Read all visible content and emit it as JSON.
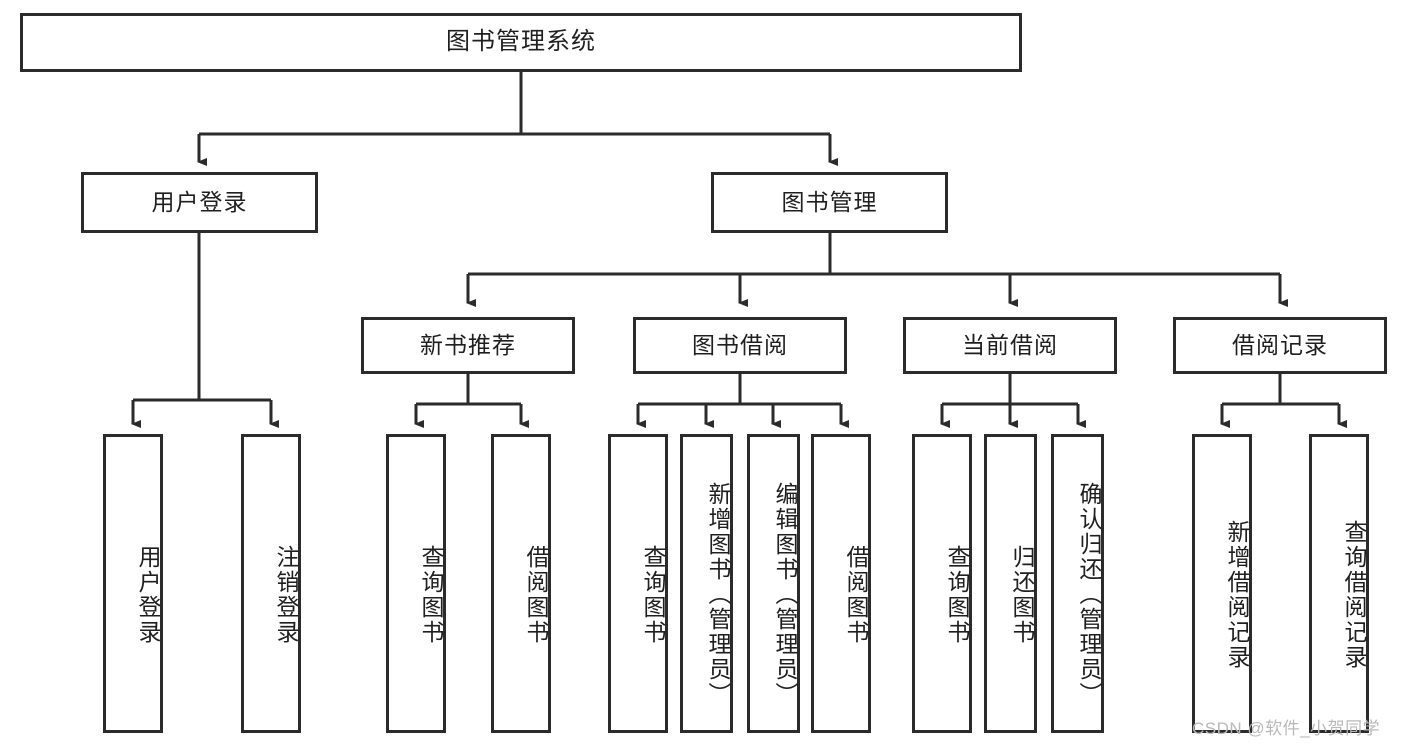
{
  "diagram": {
    "title": "图书管理系统",
    "type": "tree-hierarchy-chart",
    "root": {
      "label": "图书管理系统"
    },
    "level2": [
      {
        "label": "用户登录"
      },
      {
        "label": "图书管理"
      }
    ],
    "level3": [
      {
        "label": "新书推荐"
      },
      {
        "label": "图书借阅"
      },
      {
        "label": "当前借阅"
      },
      {
        "label": "借阅记录"
      }
    ],
    "leaves": {
      "user_login": [
        {
          "label": "用户登录"
        },
        {
          "label": "注销登录"
        }
      ],
      "new_book_recommend": [
        {
          "label": "查询图书"
        },
        {
          "label": "借阅图书"
        }
      ],
      "book_borrow": [
        {
          "label": "查询图书"
        },
        {
          "label": "新增图书（管理员）"
        },
        {
          "label": "编辑图书（管理员）"
        },
        {
          "label": "借阅图书"
        }
      ],
      "current_borrow": [
        {
          "label": "查询图书"
        },
        {
          "label": "归还图书"
        },
        {
          "label": "确认归还（管理员）"
        }
      ],
      "borrow_record": [
        {
          "label": "新增借阅记录"
        },
        {
          "label": "查询借阅记录"
        }
      ]
    }
  },
  "watermark": {
    "text": "CSDN @软件_小贺同学"
  },
  "colors": {
    "stroke": "#2b2b2b",
    "text": "#1f1f1f",
    "background": "#ffffff",
    "watermark": "#b9b9b9"
  }
}
